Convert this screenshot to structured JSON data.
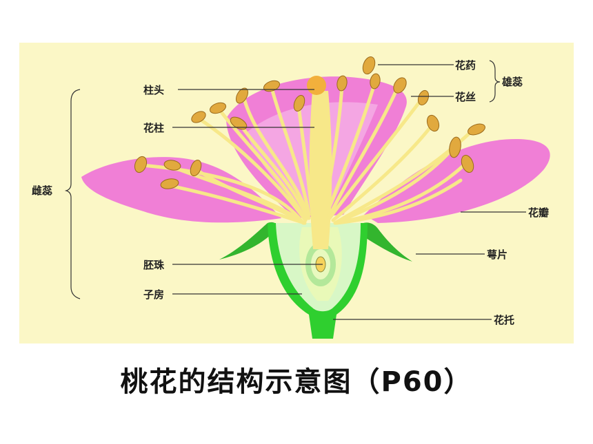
{
  "colors": {
    "background": "#fbf7c6",
    "petal": "#f07fd6",
    "petal_light": "#f8c6ee",
    "filament": "#f7e889",
    "anther": "#e1a93e",
    "sepal": "#33b52e",
    "receptacle": "#2fcf2f",
    "ovary": "#d8f7c6"
  },
  "labels": {
    "anther": "花药",
    "filament": "花丝",
    "stamen": "雄蕊",
    "stigma": "柱头",
    "style": "花柱",
    "pistil": "雌蕊",
    "petal": "花瓣",
    "ovule": "胚珠",
    "sepal": "萼片",
    "ovary": "子房",
    "receptacle": "花托"
  },
  "caption": "桃花的结构示意图（P60）"
}
